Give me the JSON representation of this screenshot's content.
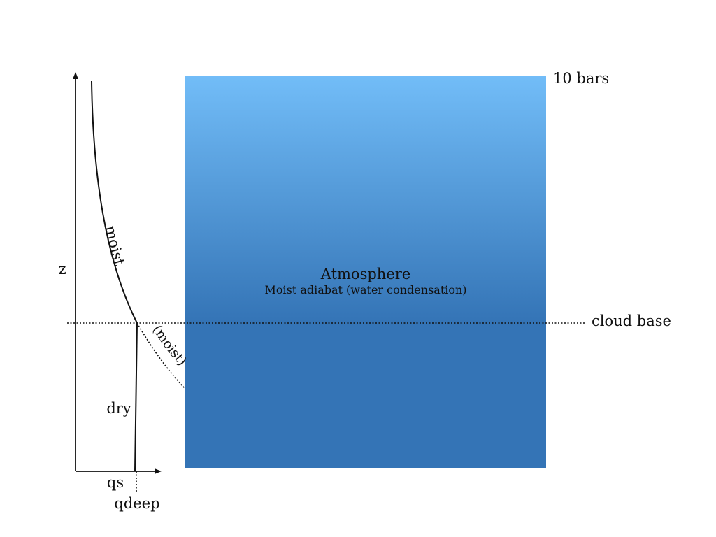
{
  "atmosphere": {
    "title": "Atmosphere",
    "subtitle": "Moist adiabat (water condensation)",
    "top_color": "#72bdf8",
    "bottom_color": "#3474b6"
  },
  "labels": {
    "top_pressure": "10 bars",
    "cloud_base": "cloud base",
    "axis_z": "z",
    "axis_qs": "qs",
    "qdeep": "qdeep",
    "moist": "moist",
    "moist_extrapolated": "(moist)",
    "dry": "dry"
  }
}
